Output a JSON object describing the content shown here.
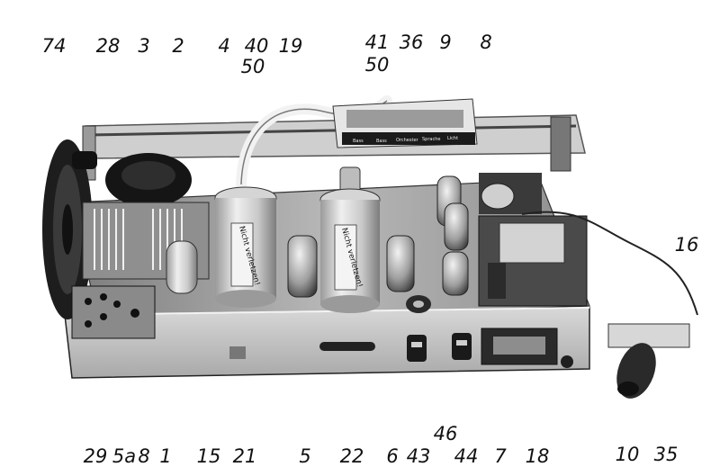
{
  "photo": {
    "subject": "radio chassis",
    "callouts": {
      "n74": "74",
      "n28": "28",
      "n3": "3",
      "n2": "2",
      "n4": "4",
      "n40": "40",
      "n50a": "50",
      "n19": "19",
      "n41": "41",
      "n50b": "50",
      "n36": "36",
      "n9": "9",
      "n8": "8",
      "n16": "16",
      "n46": "46",
      "b29": "29",
      "b5a": "5a",
      "b8": "8",
      "b1": "1",
      "b15": "15",
      "b21": "21",
      "b5": "5",
      "b22": "22",
      "b6": "6",
      "b43": "43",
      "b44": "44",
      "b7": "7",
      "b18": "18",
      "b10": "10",
      "b35": "35"
    },
    "capacitor_text": "Nicht verletzen!",
    "switch_labels": [
      "Bass",
      "Bass",
      "Orchester",
      "Sprache",
      "Licht"
    ]
  },
  "colors": {
    "paper": "#ffffff",
    "chassis": "#bdbdbd",
    "metal_dark": "#2a2a2a",
    "can": "#d9d9d9"
  }
}
